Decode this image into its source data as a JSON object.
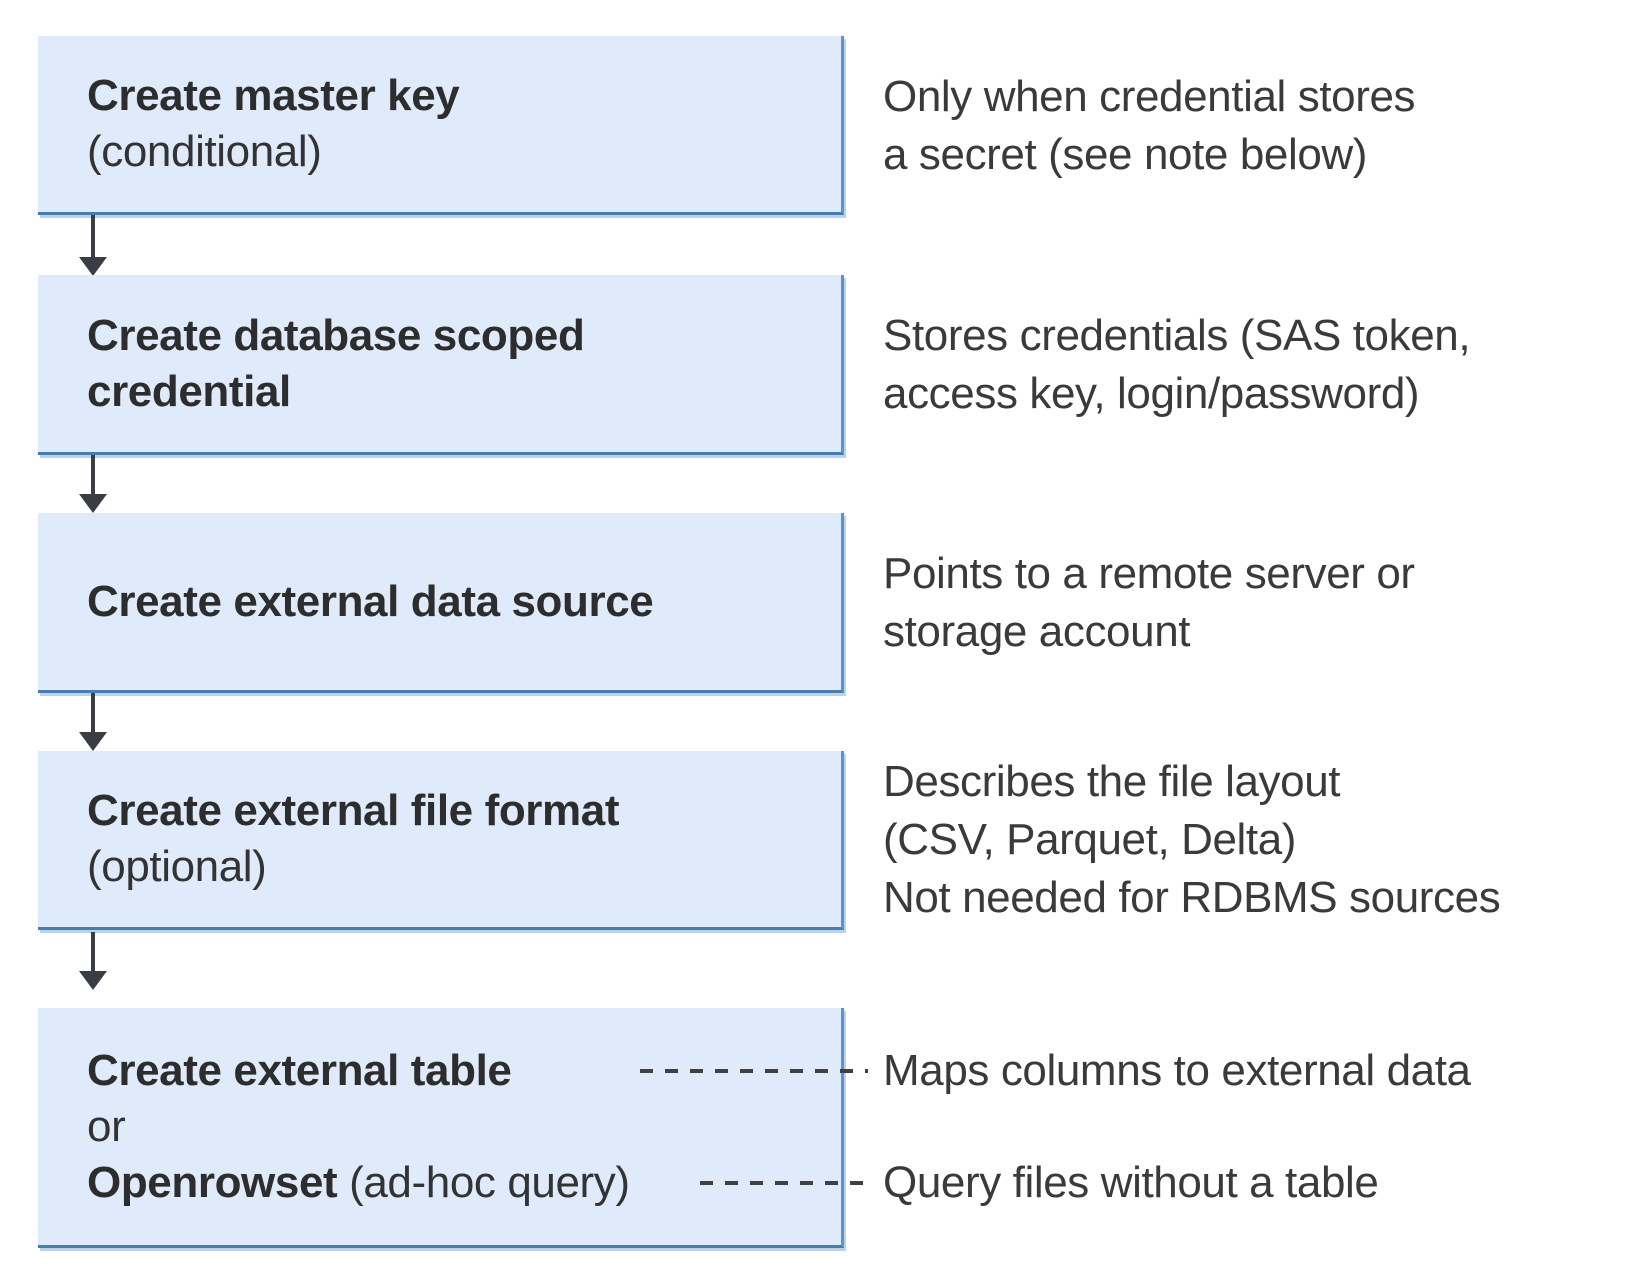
{
  "colors": {
    "background": "#ffffff",
    "box_fill": "#dfebfa",
    "box_border_right": "#5b94c9",
    "box_border_bottom": "#4a7cad",
    "box_shadow": "#b9d3ec",
    "arrow": "#3a3e44",
    "title_text": "#2d2d2d",
    "note_text": "#3a3a3a",
    "dash": "#404040"
  },
  "steps": [
    {
      "id": "create-master-key",
      "title": "Create master key",
      "qualifier": "(conditional)",
      "note_lines": [
        "Only when credential stores",
        "a secret (see note below)"
      ]
    },
    {
      "id": "create-database-scoped-credential",
      "title_lines": [
        "Create database scoped",
        "credential"
      ],
      "note_lines": [
        "Stores credentials (SAS token,",
        "access key, login/password)"
      ]
    },
    {
      "id": "create-external-data-source",
      "title": "Create external data source",
      "note_lines": [
        "Points to a remote server or",
        "storage account"
      ]
    },
    {
      "id": "create-external-file-format",
      "title": "Create external file format",
      "qualifier": "(optional)",
      "note_lines": [
        "Describes the file layout",
        "(CSV, Parquet, Delta)",
        "Not needed for RDBMS sources"
      ]
    },
    {
      "id": "create-external-table-or-openrowset",
      "title": "Create external table",
      "conjunction": "or",
      "alt_title_bold": "Openrowset",
      "alt_title_regular": " (ad-hoc query)",
      "note_table": "Maps columns to external data",
      "note_openrowset": "Query files without a table"
    }
  ]
}
